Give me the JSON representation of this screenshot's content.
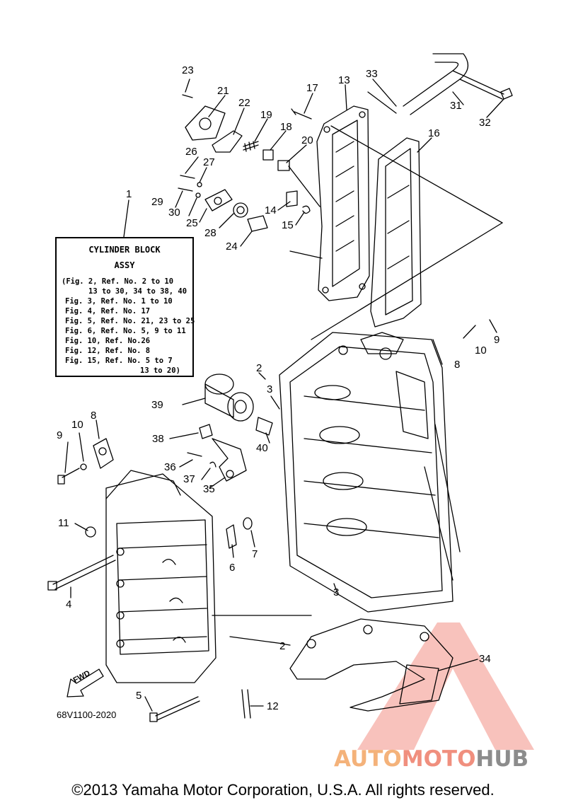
{
  "diagram": {
    "part_number": "68V1100-2020",
    "fwd_label": "FWD",
    "info_box": {
      "title": "CYLINDER BLOCK",
      "subtitle": "ASSY",
      "lines": [
        "(Fig. 2, Ref. No. 2 to 10",
        "13 to 30, 34 to 38, 40",
        "Fig. 3, Ref. No. 1 to 10",
        "Fig. 4, Ref. No. 17",
        "Fig. 5, Ref. No. 21, 23 to 25",
        "Fig. 6, Ref. No. 5, 9 to 11",
        "Fig. 10, Ref. No.26",
        "Fig. 12, Ref. No. 8",
        "Fig. 15, Ref. No. 5 to 7",
        "13 to 20)"
      ]
    },
    "callouts": [
      "1",
      "2",
      "2",
      "3",
      "3",
      "4",
      "5",
      "6",
      "7",
      "8",
      "8",
      "9",
      "9",
      "10",
      "10",
      "11",
      "12",
      "13",
      "14",
      "15",
      "16",
      "17",
      "18",
      "19",
      "20",
      "21",
      "22",
      "23",
      "24",
      "25",
      "26",
      "27",
      "28",
      "29",
      "30",
      "31",
      "32",
      "33",
      "34",
      "35",
      "36",
      "37",
      "38",
      "39",
      "40"
    ]
  },
  "watermark": {
    "brand_part1": "AUTO",
    "brand_part2": "MOTO",
    "brand_part3": "HUB",
    "colors": {
      "auto": "#f4b27a",
      "moto": "#f08f7e",
      "hub": "#8c8c8c",
      "logo": "#f2a39a"
    }
  },
  "footer": {
    "copyright": "©2013 Yamaha Motor Corporation, U.S.A. All rights reserved."
  }
}
